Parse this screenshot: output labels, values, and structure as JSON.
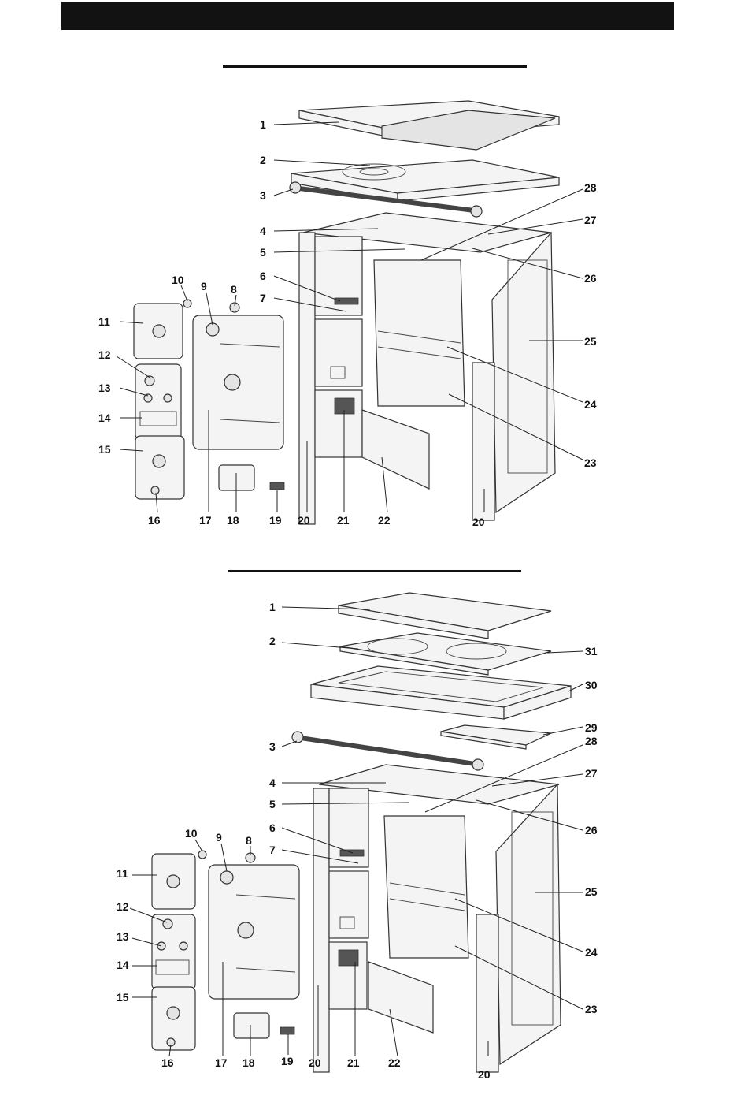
{
  "header": {
    "bar_color": "#121212"
  },
  "diagrams": [
    {
      "labels": {
        "l1": "1",
        "l2": "2",
        "l3": "3",
        "l4": "4",
        "l5": "5",
        "l6": "6",
        "l7": "7",
        "l8": "8",
        "l9": "9",
        "l10": "10",
        "l11": "11",
        "l12": "12",
        "l13": "13",
        "l14": "14",
        "l15": "15",
        "l16": "16",
        "l17": "17",
        "l18": "18",
        "l19": "19",
        "l20a": "20",
        "l20b": "20",
        "l21": "21",
        "l22": "22",
        "l23": "23",
        "l24": "24",
        "l25": "25",
        "l26": "26",
        "l27": "27",
        "l28": "28"
      }
    },
    {
      "labels": {
        "l1": "1",
        "l2": "2",
        "l3": "3",
        "l4": "4",
        "l5": "5",
        "l6": "6",
        "l7": "7",
        "l8": "8",
        "l9": "9",
        "l10": "10",
        "l11": "11",
        "l12": "12",
        "l13": "13",
        "l14": "14",
        "l15": "15",
        "l16": "16",
        "l17": "17",
        "l18": "18",
        "l19": "19",
        "l20a": "20",
        "l20b": "20",
        "l21": "21",
        "l22": "22",
        "l23": "23",
        "l24": "24",
        "l25": "25",
        "l26": "26",
        "l27": "27",
        "l28": "28",
        "l29": "29",
        "l30": "30",
        "l31": "31"
      }
    }
  ]
}
